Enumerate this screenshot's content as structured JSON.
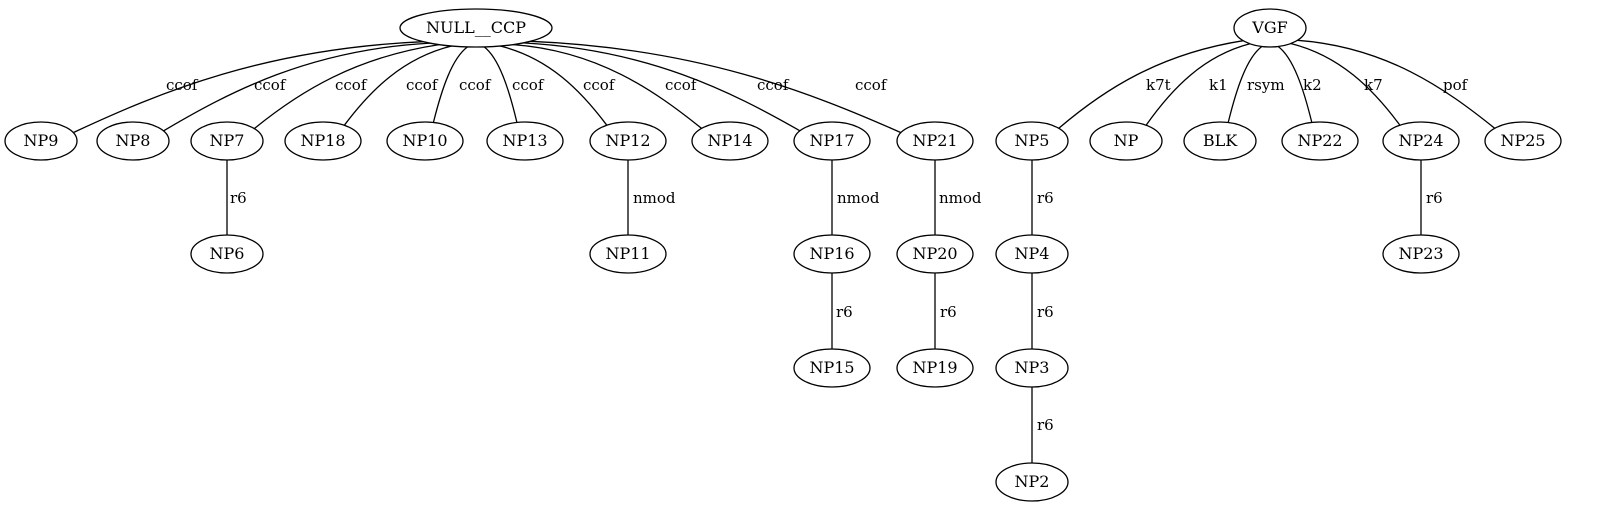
{
  "diagram": {
    "nodes": [
      {
        "id": "NULL__CCP",
        "label": "NULL__CCP"
      },
      {
        "id": "VGF",
        "label": "VGF"
      },
      {
        "id": "NP9",
        "label": "NP9"
      },
      {
        "id": "NP8",
        "label": "NP8"
      },
      {
        "id": "NP7",
        "label": "NP7"
      },
      {
        "id": "NP18",
        "label": "NP18"
      },
      {
        "id": "NP10",
        "label": "NP10"
      },
      {
        "id": "NP13",
        "label": "NP13"
      },
      {
        "id": "NP12",
        "label": "NP12"
      },
      {
        "id": "NP14",
        "label": "NP14"
      },
      {
        "id": "NP17",
        "label": "NP17"
      },
      {
        "id": "NP21",
        "label": "NP21"
      },
      {
        "id": "NP6",
        "label": "NP6"
      },
      {
        "id": "NP11",
        "label": "NP11"
      },
      {
        "id": "NP16",
        "label": "NP16"
      },
      {
        "id": "NP15",
        "label": "NP15"
      },
      {
        "id": "NP20",
        "label": "NP20"
      },
      {
        "id": "NP19",
        "label": "NP19"
      },
      {
        "id": "NP5",
        "label": "NP5"
      },
      {
        "id": "NP",
        "label": "NP"
      },
      {
        "id": "BLK",
        "label": "BLK"
      },
      {
        "id": "NP22",
        "label": "NP22"
      },
      {
        "id": "NP24",
        "label": "NP24"
      },
      {
        "id": "NP25",
        "label": "NP25"
      },
      {
        "id": "NP4",
        "label": "NP4"
      },
      {
        "id": "NP3",
        "label": "NP3"
      },
      {
        "id": "NP2",
        "label": "NP2"
      },
      {
        "id": "NP23",
        "label": "NP23"
      }
    ],
    "edges": [
      {
        "from": "NULL__CCP",
        "to": "NP9",
        "label": "ccof"
      },
      {
        "from": "NULL__CCP",
        "to": "NP8",
        "label": "ccof"
      },
      {
        "from": "NULL__CCP",
        "to": "NP7",
        "label": "ccof"
      },
      {
        "from": "NULL__CCP",
        "to": "NP18",
        "label": "ccof"
      },
      {
        "from": "NULL__CCP",
        "to": "NP10",
        "label": "ccof"
      },
      {
        "from": "NULL__CCP",
        "to": "NP13",
        "label": "ccof"
      },
      {
        "from": "NULL__CCP",
        "to": "NP12",
        "label": "ccof"
      },
      {
        "from": "NULL__CCP",
        "to": "NP14",
        "label": "ccof"
      },
      {
        "from": "NULL__CCP",
        "to": "NP17",
        "label": "ccof"
      },
      {
        "from": "NULL__CCP",
        "to": "NP21",
        "label": "ccof"
      },
      {
        "from": "NP7",
        "to": "NP6",
        "label": "r6"
      },
      {
        "from": "NP12",
        "to": "NP11",
        "label": "nmod"
      },
      {
        "from": "NP17",
        "to": "NP16",
        "label": "nmod"
      },
      {
        "from": "NP16",
        "to": "NP15",
        "label": "r6"
      },
      {
        "from": "NP21",
        "to": "NP20",
        "label": "nmod"
      },
      {
        "from": "NP20",
        "to": "NP19",
        "label": "r6"
      },
      {
        "from": "VGF",
        "to": "NP5",
        "label": "k7t"
      },
      {
        "from": "VGF",
        "to": "NP",
        "label": "k1"
      },
      {
        "from": "VGF",
        "to": "BLK",
        "label": "rsym"
      },
      {
        "from": "VGF",
        "to": "NP22",
        "label": "k2"
      },
      {
        "from": "VGF",
        "to": "NP24",
        "label": "k7"
      },
      {
        "from": "VGF",
        "to": "NP25",
        "label": "pof"
      },
      {
        "from": "NP5",
        "to": "NP4",
        "label": "r6"
      },
      {
        "from": "NP4",
        "to": "NP3",
        "label": "r6"
      },
      {
        "from": "NP3",
        "to": "NP2",
        "label": "r6"
      },
      {
        "from": "NP24",
        "to": "NP23",
        "label": "r6"
      }
    ]
  }
}
